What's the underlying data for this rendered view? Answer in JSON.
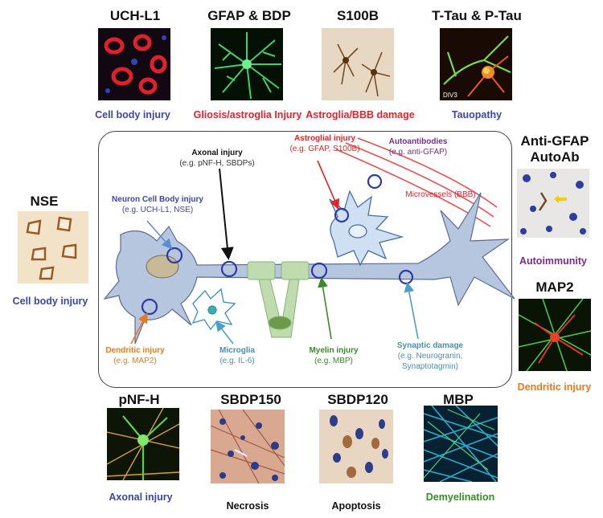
{
  "markers": {
    "uchl1": {
      "title": "UCH-L1",
      "caption": "Cell body injury"
    },
    "gfap_bdp": {
      "title": "GFAP & BDP",
      "caption": "Gliosis/astroglia Injury"
    },
    "s100b": {
      "title": "S100B",
      "caption": "Astroglia/BBB damage"
    },
    "tau": {
      "title": "T-Tau & P-Tau",
      "caption": "Tauopathy",
      "image_label": "DIV3"
    },
    "nse": {
      "title": "NSE",
      "caption": "Cell body injury"
    },
    "anti_gfap": {
      "title_line1": "Anti-GFAP",
      "title_line2": "AutoAb",
      "caption": "Autoimmunity"
    },
    "map2": {
      "title": "MAP2",
      "caption": "Dendritic injury"
    },
    "pnfh": {
      "title": "pNF-H",
      "caption": "Axonal injury"
    },
    "sbdp150": {
      "title": "SBDP150",
      "caption": "Necrosis"
    },
    "sbdp120": {
      "title": "SBDP120",
      "caption": "Apoptosis"
    },
    "mbp": {
      "title": "MBP",
      "caption": "Demyelination"
    }
  },
  "diagram": {
    "axonal": {
      "title": "Axonal injury",
      "detail": "(e.g. pNF-H, SBDPs)"
    },
    "astroglial": {
      "title": "Astroglial injury",
      "detail": "(e.g. GFAP, S100B)"
    },
    "autoantibodies": {
      "title": "Autoantibodies",
      "detail": "(e.g. anti-GFAP)"
    },
    "neuron_body": {
      "title": "Neuron Cell Body injury",
      "detail": "(e.g. UCH-L1, NSE)"
    },
    "microvessels": {
      "title": "Microvessels (BBB)"
    },
    "dendritic": {
      "title": "Dendritic injury",
      "detail": "(e.g. MAP2)"
    },
    "microglia": {
      "title": "Microglia",
      "detail": "(e.g. IL-6)"
    },
    "myelin": {
      "title": "Myelin injury",
      "detail": "(e.g. MBP)"
    },
    "synaptic": {
      "title": "Synaptic damage",
      "detail1": "(e.g. Neurogranin,",
      "detail2": "Synaptotagmin)"
    }
  },
  "colors": {
    "blue": "#3a47a8",
    "red": "#e0252b",
    "purple": "#7a2b8f",
    "orange": "#e87a1e",
    "green": "#3a8a2a",
    "teal": "#4a8fb0"
  }
}
